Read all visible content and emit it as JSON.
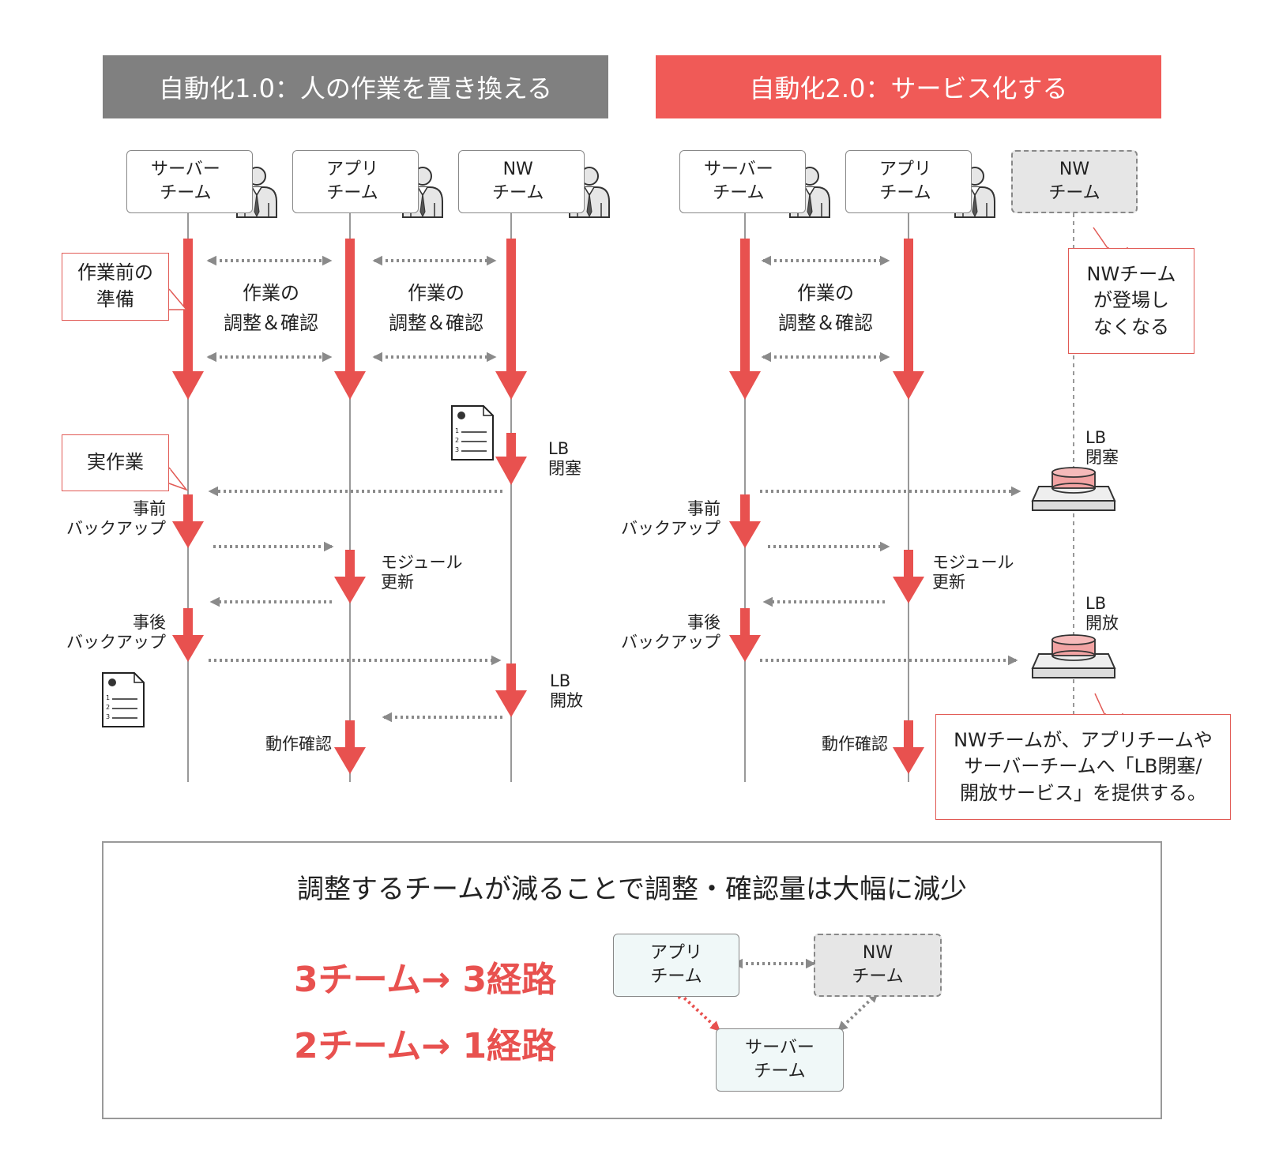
{
  "left": {
    "header": "自動化1.0：人の作業を置き換える",
    "teams": [
      "サーバー\nチーム",
      "アプリ\nチーム",
      "NW\nチーム"
    ],
    "callout_prep": "作業前の\n準備",
    "callout_work": "実作業",
    "coord_text": "作業の\n調整＆確認",
    "steps": {
      "pre_backup": "事前\nバックアップ",
      "post_backup": "事後\nバックアップ",
      "module_update": "モジュール\n更新",
      "lb_close": "LB\n閉塞",
      "lb_open": "LB\n開放",
      "verify": "動作確認"
    }
  },
  "right": {
    "header": "自動化2.0：サービス化する",
    "teams": [
      "サーバー\nチーム",
      "アプリ\nチーム",
      "NW\nチーム"
    ],
    "coord_text": "作業の\n調整＆確認",
    "callout_nw_gone": "NWチーム\nが登場し\nなくなる",
    "callout_service": "NWチームが、アプリチームや\nサーバーチームへ「LB閉塞/\n開放サービス」を提供する。",
    "steps": {
      "pre_backup": "事前\nバックアップ",
      "post_backup": "事後\nバックアップ",
      "module_update": "モジュール\n更新",
      "lb_close": "LB\n閉塞",
      "lb_open": "LB\n開放",
      "verify": "動作確認"
    }
  },
  "summary": {
    "title": "調整するチームが減ることで調整・確認量は大幅に減少",
    "line1": "3チーム→ 3経路",
    "line2": "2チーム→ 1経路",
    "nodes": {
      "app": "アプリ\nチーム",
      "nw": "NW\nチーム",
      "server": "サーバー\nチーム"
    }
  },
  "colors": {
    "accent": "#e8514f",
    "header_gray": "#808080",
    "arrow_gray": "#8a8a8a",
    "line_gray": "#999999"
  }
}
